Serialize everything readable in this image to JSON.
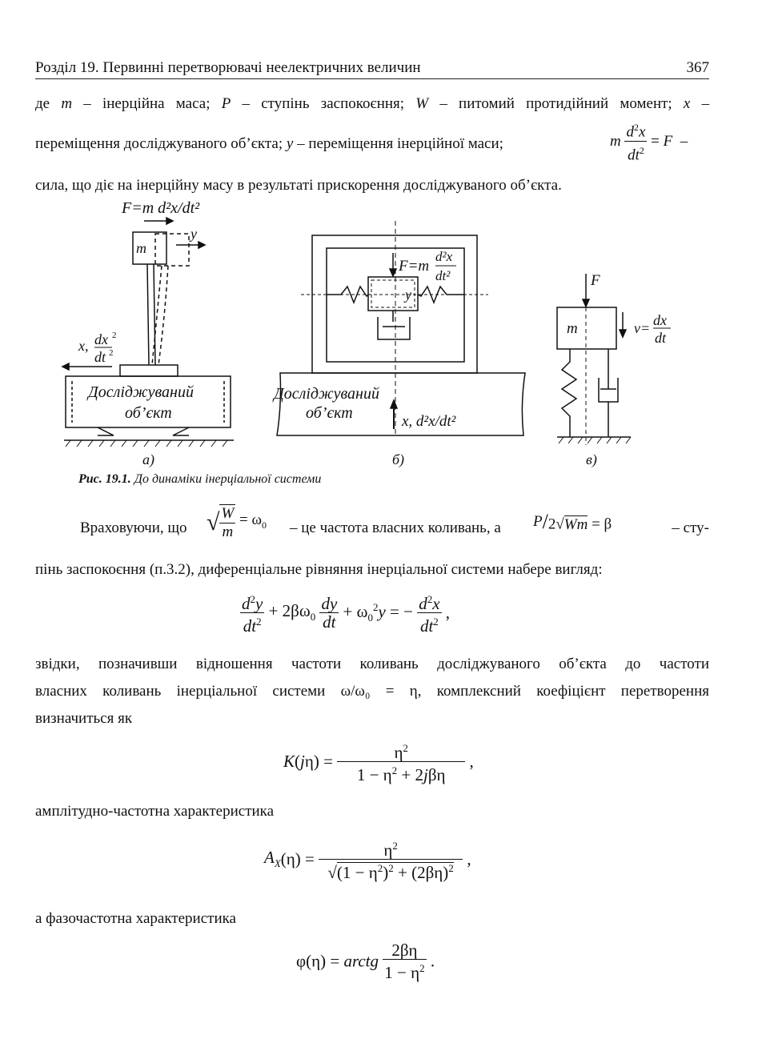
{
  "header": {
    "title": "Розділ 19. Первинні перетворювачі неелектричних величин",
    "page_number": "367"
  },
  "para1": {
    "l1a": "де",
    "l1b": "– інерційна маса;",
    "l1c": "– ступінь заспокоєння;",
    "l1d": "– питомий протидійний момент;",
    "l1e": "–",
    "l2a": "переміщення досліджуваного об’єкта;",
    "l2b": "– переміщення інерційної маси;",
    "l3": "сила, що діє на інерційну масу в результаті прискорення досліджуваного об’єкта."
  },
  "figure": {
    "a_force": "F=m d²x/dt²",
    "a_mass": "m",
    "a_y": "y",
    "a_x": "x,",
    "a_object_line1": "Досліджуваний",
    "a_object_line2": "об’єкт",
    "b_force": "F=m",
    "b_y": "y",
    "b_object_line1": "Досліджуваний",
    "b_object_line2": "об’єкт",
    "b_x": "x, d²x/dt²",
    "c_force": "F",
    "c_mass": "m",
    "c_v": "v=",
    "label_a": "а)",
    "label_b": "б)",
    "label_c": "в)",
    "caption_num": "Рис. 19.1.",
    "caption_text": "До динаміки інерціальної системи"
  },
  "para2": {
    "a": "Враховуючи, що",
    "b": "– це частота власних коливань, а",
    "c": "– сту-",
    "d": "пінь заспокоєння (п.3.2), диференціальне рівняння інерціальної системи набере вигляд:"
  },
  "para3": {
    "l1": "звідки, позначивши відношення частоти коливань досліджуваного об’єкта до частоти",
    "l2a": "власних коливань інерціальної системи ω/ω₀ = η, комплексний коефіцієнт перетворення",
    "l3": "визначиться як"
  },
  "para4": "амплітудно-частотна характеристика",
  "para5": "а фазочастотна характеристика"
}
